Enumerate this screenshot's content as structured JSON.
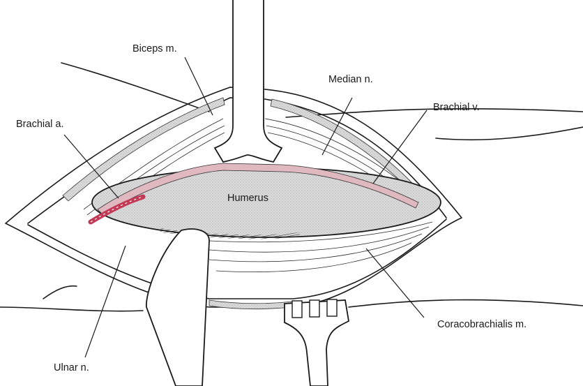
{
  "labels": {
    "biceps": "Biceps m.",
    "median": "Median n.",
    "brachial_v": "Brachial v.",
    "brachial_a": "Brachial a.",
    "humerus": "Humerus",
    "coracobrachialis": "Coracobrachialis m.",
    "ulnar": "Ulnar n."
  },
  "colors": {
    "ink": "#1a1a1a",
    "bone_fill": "#d6d6d6",
    "artery": "#c23a55",
    "vein": "#e0b8c0"
  }
}
